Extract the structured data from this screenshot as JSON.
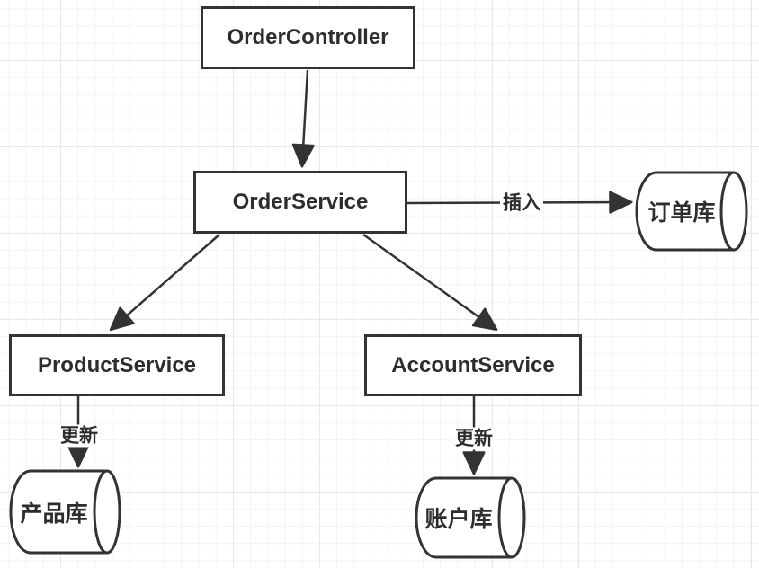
{
  "diagram": {
    "title": "order-service-architecture",
    "nodes": [
      {
        "id": "order-controller",
        "type": "box",
        "label": "OrderController"
      },
      {
        "id": "order-service",
        "type": "box",
        "label": "OrderService"
      },
      {
        "id": "product-service",
        "type": "box",
        "label": "ProductService"
      },
      {
        "id": "account-service",
        "type": "box",
        "label": "AccountService"
      },
      {
        "id": "order-db",
        "type": "database",
        "label": "订单库"
      },
      {
        "id": "product-db",
        "type": "database",
        "label": "产品库"
      },
      {
        "id": "account-db",
        "type": "database",
        "label": "账户库"
      }
    ],
    "edges": [
      {
        "from": "OrderController",
        "to": "OrderService",
        "label": ""
      },
      {
        "from": "OrderService",
        "to": "订单库",
        "label": "插入"
      },
      {
        "from": "OrderService",
        "to": "ProductService",
        "label": ""
      },
      {
        "from": "OrderService",
        "to": "AccountService",
        "label": ""
      },
      {
        "from": "ProductService",
        "to": "产品库",
        "label": "更新"
      },
      {
        "from": "AccountService",
        "to": "账户库",
        "label": "更新"
      }
    ],
    "colors": {
      "stroke": "#333333",
      "shape_fill": "#ffffff",
      "text": "#2d2d2d",
      "grid_minor": "#f4f4f6",
      "grid_major": "#e8e8eb"
    }
  }
}
